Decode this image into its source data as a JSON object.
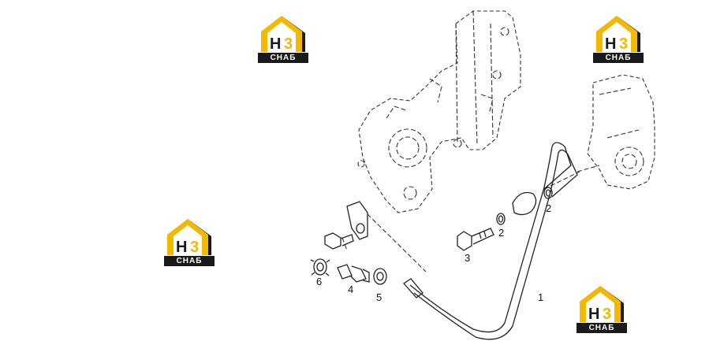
{
  "watermark": {
    "house_text": "H3",
    "bar_text": "СНАБ",
    "colors": {
      "yellow": "#f2b900",
      "dark": "#1a1a1a"
    }
  },
  "callouts": [
    {
      "id": "1",
      "label": "1"
    },
    {
      "id": "2a",
      "label": "2"
    },
    {
      "id": "2b",
      "label": "2"
    },
    {
      "id": "3",
      "label": "3"
    },
    {
      "id": "4",
      "label": "4"
    },
    {
      "id": "5",
      "label": "5"
    },
    {
      "id": "6",
      "label": "6"
    }
  ]
}
